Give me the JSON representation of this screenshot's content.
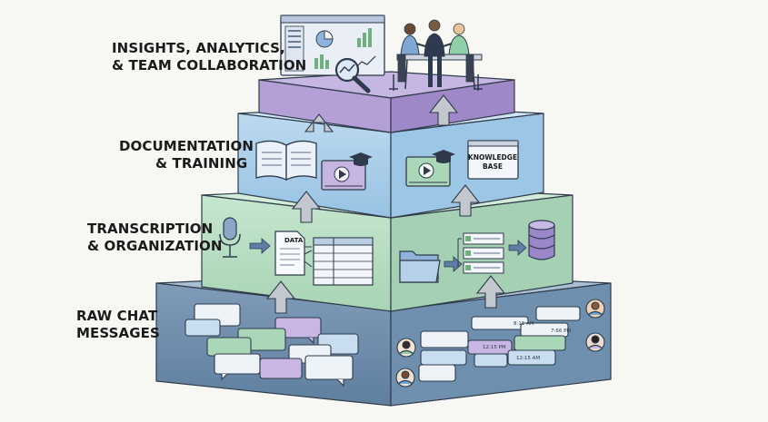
{
  "layers": [
    {
      "id": "insights",
      "lines": [
        "INSIGHTS, ANALYTICS,",
        "& TEAM COLLABORATION"
      ]
    },
    {
      "id": "documentation",
      "lines": [
        "DOCUMENTATION",
        "& TRAINING"
      ]
    },
    {
      "id": "transcription",
      "lines": [
        "TRANSCRIPTION",
        "& ORGANIZATION"
      ]
    },
    {
      "id": "raw",
      "lines": [
        "RAW CHAT",
        "MESSAGES"
      ]
    }
  ],
  "tiles": {
    "data_doc": "DATA",
    "knowledge_base": [
      "KNOWLEDGE",
      "BASE"
    ]
  },
  "timestamps": [
    "8:11 AM",
    "7:56 PM",
    "12:15 PM",
    "12:15 AM"
  ],
  "colors": {
    "top_layer": "#b9a7d8",
    "second_layer": "#a9cdea",
    "third_layer": "#b9dfc4",
    "base_layer": "#8fa8c2",
    "arrow": "#bfc4cc",
    "outline": "#2f3b4a"
  },
  "icons": [
    "dashboard-icon",
    "team-meeting-icon",
    "book-icon",
    "video-lesson-icon",
    "knowledge-base-icon",
    "microphone-icon",
    "data-document-icon",
    "table-icon",
    "folder-icon",
    "list-icon",
    "database-icon",
    "chat-bubble-icon",
    "avatar-icon"
  ]
}
